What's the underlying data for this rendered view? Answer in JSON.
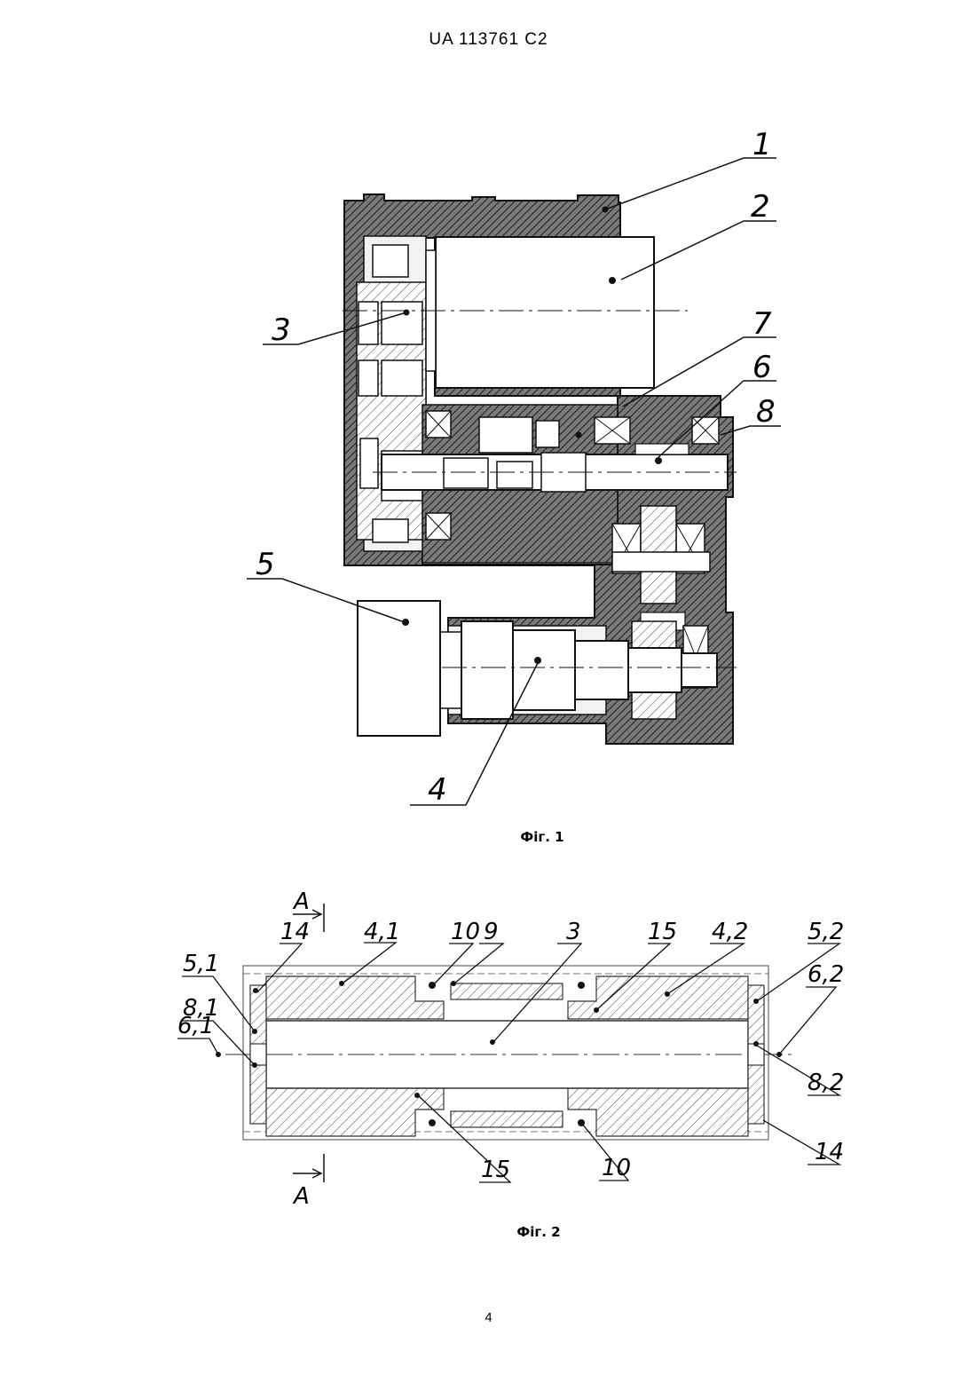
{
  "header": {
    "doc_id": "UA   113761   C2"
  },
  "fig1": {
    "caption": "Фіг. 1",
    "labels": [
      {
        "id": "1",
        "text": "1"
      },
      {
        "id": "2",
        "text": "2"
      },
      {
        "id": "3",
        "text": "3"
      },
      {
        "id": "4",
        "text": "4"
      },
      {
        "id": "5",
        "text": "5"
      },
      {
        "id": "6",
        "text": "6"
      },
      {
        "id": "7",
        "text": "7"
      },
      {
        "id": "8",
        "text": "8"
      }
    ]
  },
  "fig2": {
    "caption": "Фіг. 2",
    "section_marker": "A",
    "labels": {
      "l14a": "14",
      "l41": "4,1",
      "l10a": "10",
      "l9": "9",
      "l3": "3",
      "l15a": "15",
      "l42": "4,2",
      "l52": "5,2",
      "l62": "6,2",
      "l51": "5,1",
      "l81": "8,1",
      "l61": "6,1",
      "l82": "8,2",
      "l14b": "14",
      "l15b": "15",
      "l10b": "10"
    }
  },
  "page_number": "4"
}
